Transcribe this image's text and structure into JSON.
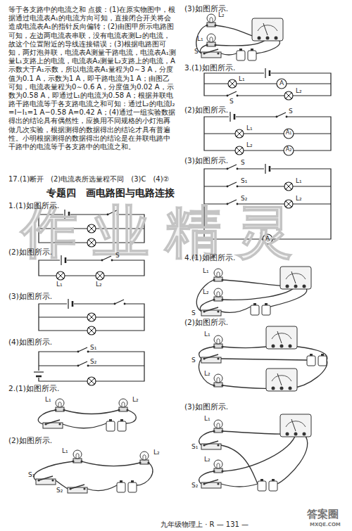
{
  "diagram": {
    "title": "专题四　画电路图与电路连接",
    "labels": [
      "等于各支路中的电流之和 点拨：(1)在原实物图中，根据通过电流表A₁的电流方向可知，直接闭合开关将会造成电流表A₁的指针反向偏转；(2)由图甲所示电路图可知，左边两电流表串联，没有电流表测L₂的电流，故这个位置附近的导线连接错误；(3)根据电路图可知，两灯泡并联，电流表A测量干路电流，电流表A₁测量L₁支路上的电流，电流表A₂测量L₂支路上的电流，A示数大于A₁示数，所以电流表A₁量程为0～3 A，分度值为0.1 A，示数为1 A，即干路电流为1 A；由图乙可知，电流表量程为0～0.6 A，分度值为0.02 A，示数为0.58 A，即通过L₁的电流为0.58 A；根据并联电路干路电流等于各支路电流之和可知：通过L₂的电流I₂=I−I₁=1 A−0.58 A=0.42 A；(4)通过一组实验数据得出的结论具有偶然性，应换用不同规格的小灯泡再做几次实验，根据测得的数据得出的结论才具有普遍性。小明根据测得的数据得出的结论是在并联电路中干路中的电流等于各支路中的电流之和。",
      "17.(1)断开　(2)电流表所选量程不同　(3)C　(4)②",
      "1.(1)如图所示.",
      "(2)如图所示.",
      "S",
      "L₁",
      "L₂",
      "(3)如图所示.",
      "(4)如图所示.",
      "S₁",
      "S₂",
      "2.(1)如图所示.",
      "L₁",
      "L₂",
      "(2)如图所示.",
      "L₁",
      "L₂",
      "S₁",
      "S₂",
      "(3)如图所示.",
      "L₂",
      "L₁",
      "S",
      "3.(1)如图所示.",
      "L₁",
      "A",
      "S",
      "L₂",
      "(2)如图所示.",
      "S",
      "L₁",
      "A₁",
      "L₂",
      "A₂",
      "(3)如图所示.",
      "S",
      "S₁",
      "L₁",
      "S₂",
      "L₂",
      "A",
      "4.(1)如图所示.",
      "L₁",
      "L₂",
      "S",
      "(2)如图所示.",
      "L₁",
      "L₂",
      "S",
      "(3)如图所示.",
      "L₁",
      "S₁",
      "L₂",
      "S₂",
      "作业精灵",
      "九年级物理上 · R — 131 —",
      "答案圈",
      "MXQE.COM"
    ]
  }
}
